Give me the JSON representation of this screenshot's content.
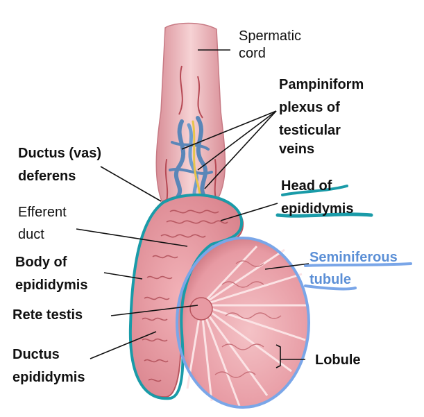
{
  "labels": {
    "spermatic_cord": [
      "Spermatic",
      "cord"
    ],
    "pampiniform": [
      "Pampiniform",
      "plexus of",
      "testicular",
      "veins"
    ],
    "ductus_deferens": [
      "Ductus (vas)",
      "deferens"
    ],
    "head_epididymis": [
      "Head of",
      "epididymis"
    ],
    "efferent_duct": [
      "Efferent",
      "duct"
    ],
    "seminiferous": [
      "Seminiferous",
      "tubule"
    ],
    "body_epididymis": [
      "Body of",
      "epididymis"
    ],
    "rete_testis": "Rete testis",
    "ductus_epididymis": [
      "Ductus",
      "epididymis"
    ],
    "lobule": "Lobule"
  },
  "colors": {
    "teal_annotation": "#1a9ba8",
    "blue_annotation": "#7aa6e8",
    "tissue_pink": "#e8a0a8",
    "tissue_dark": "#b9565f",
    "vein_blue": "#5a86b8",
    "nerve_yellow": "#e8c44a"
  }
}
